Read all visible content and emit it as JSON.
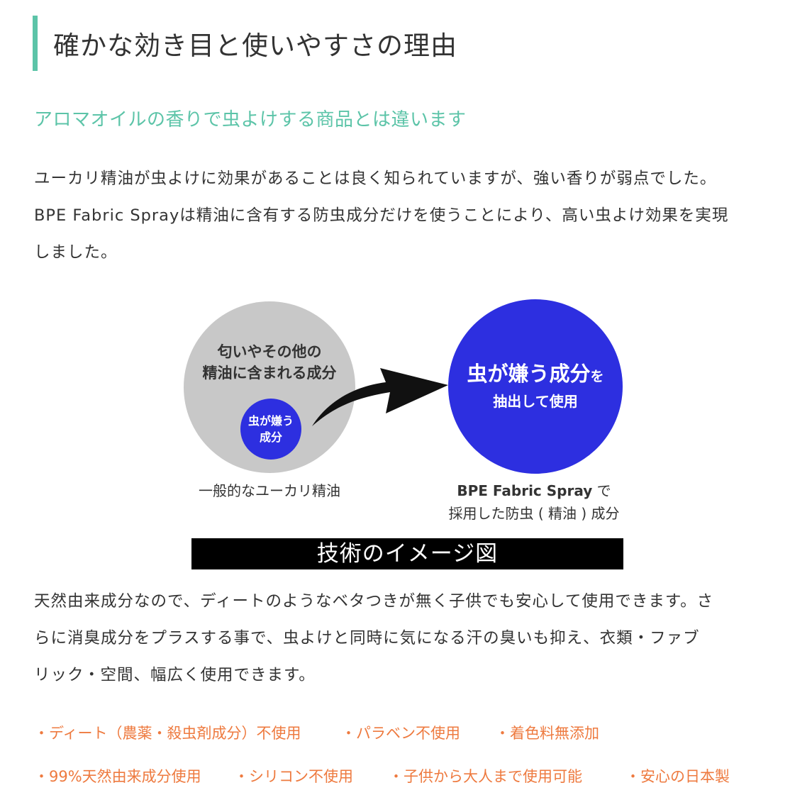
{
  "heading": "確かな効き目と使いやすさの理由",
  "subheading": "アロマオイルの香りで虫よけする商品とは違います",
  "intro_lines": [
    "ユーカリ精油が虫よけに効果があることは良く知られていますが、強い香りが弱点でした。",
    "BPE Fabric Sprayは精油に含有する防虫成分だけを使うことにより、高い虫よけ効果を実現",
    "しました。"
  ],
  "diagram": {
    "gray_circle_line1": "匂いやその他の",
    "gray_circle_line2": "精油に含まれる成分",
    "small_circle_line1": "虫が嫌う",
    "small_circle_line2": "成分",
    "blue_circle_main": "虫が嫌う成分",
    "blue_circle_suffix": "を",
    "blue_circle_sub": "抽出して使用",
    "label_left": "一般的なユーカリ精油",
    "label_right_brand": "BPE Fabric Spray",
    "label_right_suffix": " で",
    "label_right_line2": "採用した防虫 ( 精油 ) 成分",
    "caption": "技術のイメージ図"
  },
  "body_lines": [
    "天然由来成分なので、ディートのようなベタつきが無く子供でも安心して使用できます。さ",
    "らに消臭成分をプラスする事で、虫よけと同時に気になる汗の臭いも抑え、衣類・ファブ",
    "リック・空間、幅広く使用できます。"
  ],
  "features": [
    "・ディート（農薬・殺虫剤成分）不使用",
    "・パラベン不使用",
    "・着色料無添加",
    "・99%天然由来成分使用",
    "・シリコン不使用",
    "・子供から大人まで使用可能",
    "・安心の日本製"
  ],
  "colors": {
    "accent_teal": "#5cc4a8",
    "feature_orange": "#ee7a3f",
    "circle_blue": "#2d2fe0",
    "circle_gray": "#c8c8c8"
  }
}
